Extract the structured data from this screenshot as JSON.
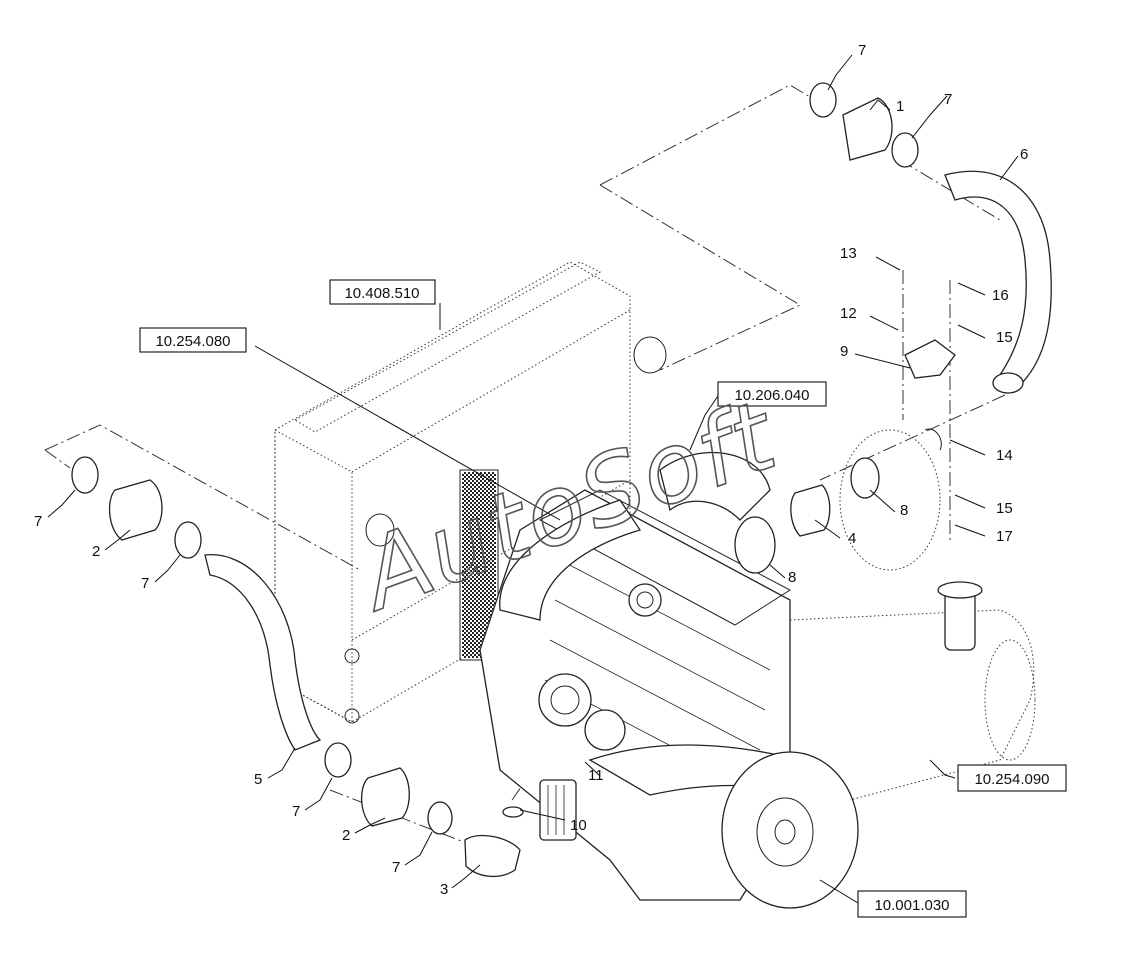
{
  "callouts": {
    "c7a": "7",
    "c1": "1",
    "c7b": "7",
    "c6": "6",
    "c13": "13",
    "c16": "16",
    "c12": "12",
    "c15a": "15",
    "c9": "9",
    "c14": "14",
    "c8a": "8",
    "c15b": "15",
    "c4": "4",
    "c17": "17",
    "c8b": "8",
    "c7c": "7",
    "c2a": "2",
    "c7d": "7",
    "c5": "5",
    "c7e": "7",
    "c2b": "2",
    "c7f": "7",
    "c3": "3",
    "c10": "10",
    "c11": "11"
  },
  "references": {
    "ref1": "10.408.510",
    "ref2": "10.254.080",
    "ref3": "10.206.040",
    "ref4": "10.254.090",
    "ref5": "10.001.030"
  },
  "watermark": "AutoSoft"
}
